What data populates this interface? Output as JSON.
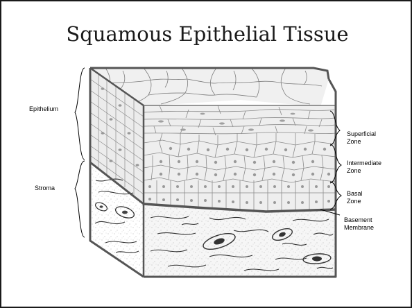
{
  "slide": {
    "title": "Squamous Epithelial Tissue"
  },
  "diagram": {
    "labels": {
      "epithelium": "Epithelium",
      "stroma": "Stroma",
      "superficial_1": "Superficial",
      "superficial_2": "Zone",
      "intermediate_1": "Intermediate",
      "intermediate_2": "Zone",
      "basal_1": "Basal",
      "basal_2": "Zone",
      "basement_1": "Basement",
      "basement_2": "Membrane"
    },
    "colors": {
      "frame": "#555555",
      "cell_fill": "#ececec",
      "cell_stroke": "#8a8a8a",
      "nucleus": "#9a9a9a",
      "stroma_fill": "#f4f4f4"
    }
  }
}
